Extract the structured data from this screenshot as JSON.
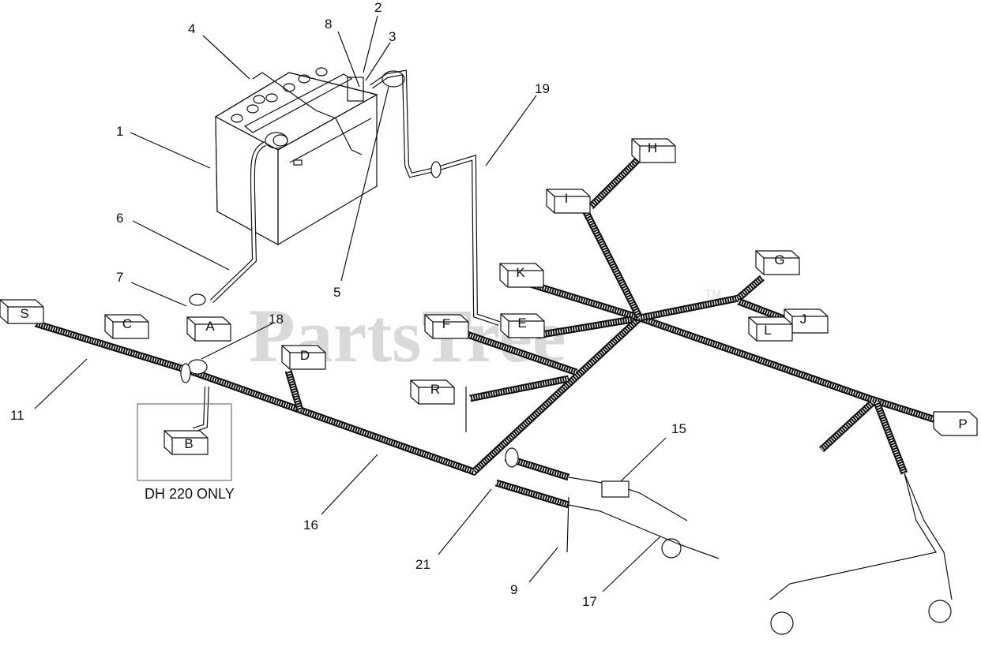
{
  "watermark": {
    "text": "PartsTree",
    "trademark": "TM"
  },
  "callouts": {
    "c1": "1",
    "c2": "2",
    "c3": "3",
    "c4": "4",
    "c5": "5",
    "c6": "6",
    "c7": "7",
    "c8": "8",
    "c9": "9",
    "c11": "11",
    "c15": "15",
    "c16": "16",
    "c17": "17",
    "c18": "18",
    "c19": "19",
    "c21": "21"
  },
  "connectors": {
    "A": "A",
    "B": "B",
    "C": "C",
    "D": "D",
    "E": "E",
    "F": "F",
    "G": "G",
    "H": "H",
    "I": "I",
    "J": "J",
    "K": "K",
    "L": "L",
    "P": "P",
    "R": "R",
    "S": "S"
  },
  "note": "DH 220 ONLY"
}
